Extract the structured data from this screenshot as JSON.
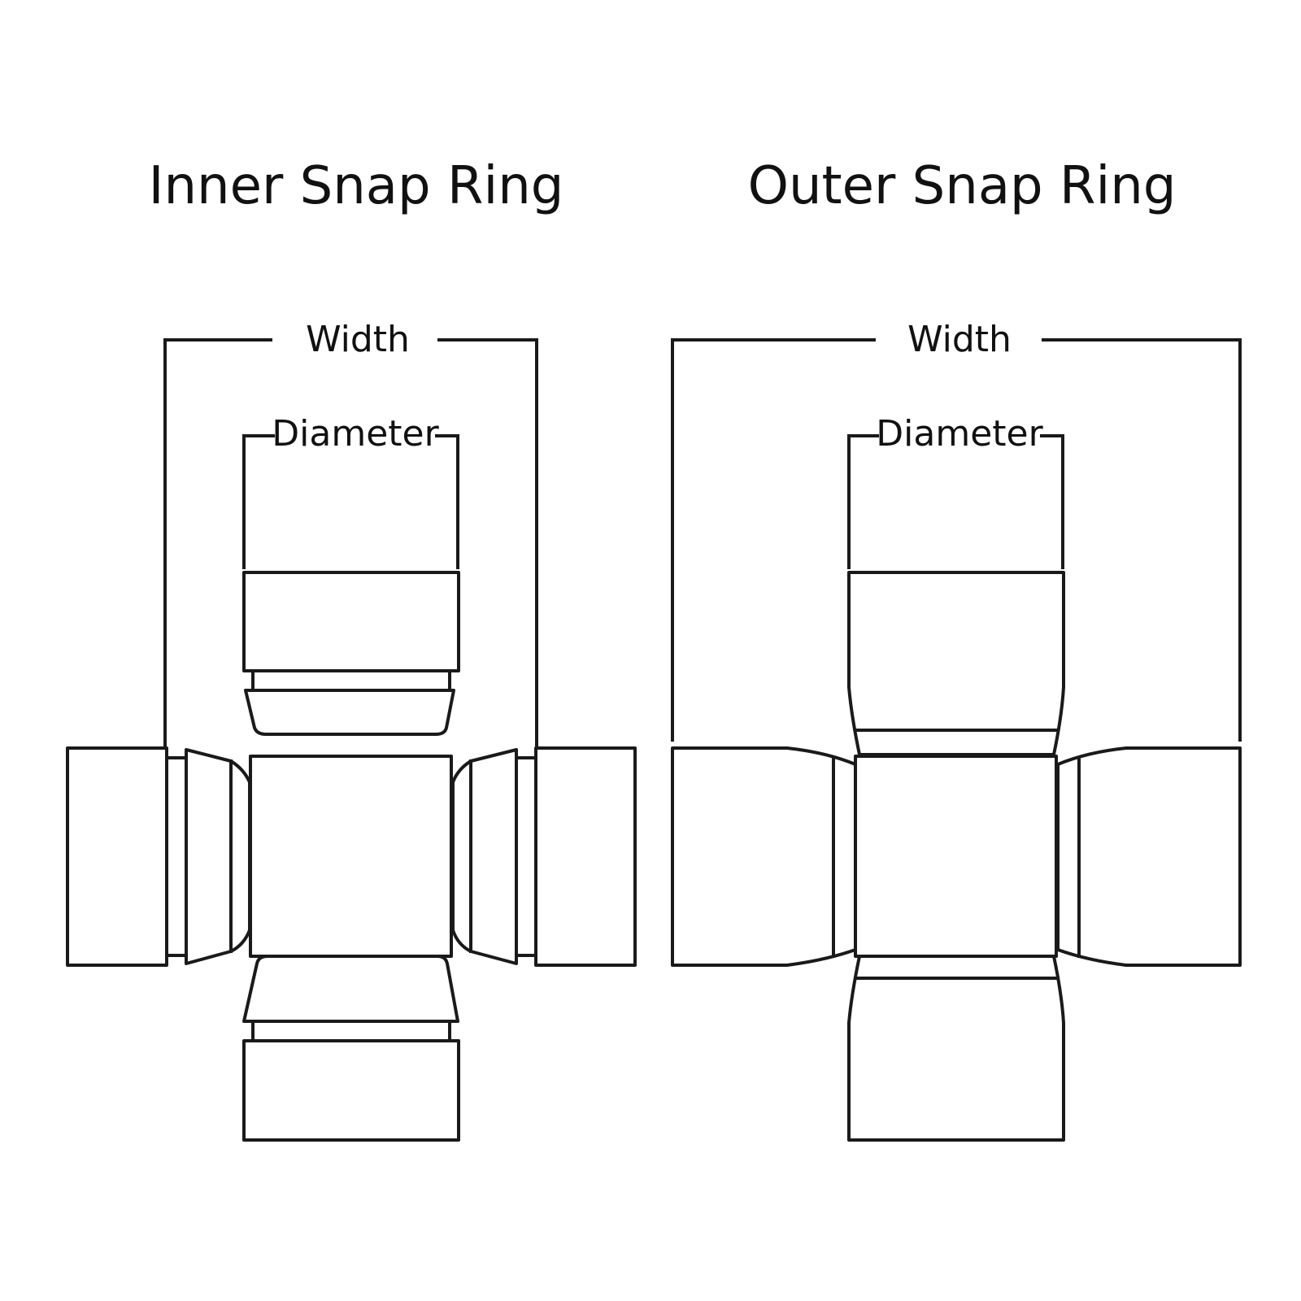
{
  "titles": {
    "inner": "Inner Snap Ring",
    "outer": "Outer Snap Ring"
  },
  "inner_diagram": {
    "width_label": "Width",
    "diameter_label": "Diameter"
  },
  "outer_diagram": {
    "width_label": "Width",
    "diameter_label": "Diameter"
  },
  "colors": {
    "line": "#1a1a1a",
    "background": "#ffffff"
  }
}
